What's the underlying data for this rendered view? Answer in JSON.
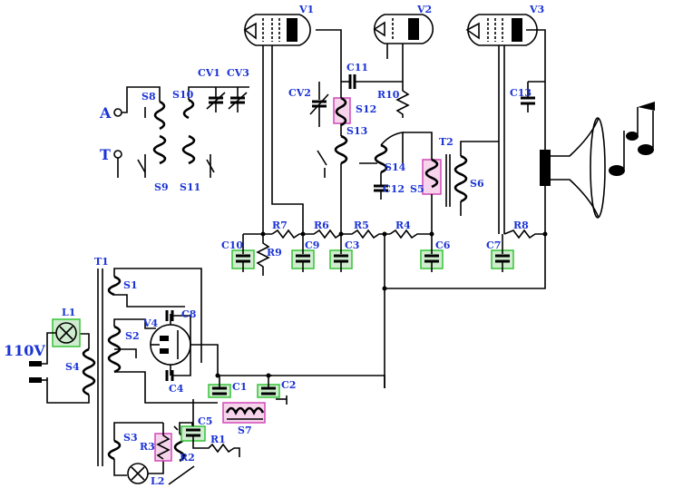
{
  "labels": {
    "V1": "V1",
    "V2": "V2",
    "V3": "V3",
    "V4": "V4",
    "A": "A",
    "T": "T",
    "CV1": "CV1",
    "CV2": "CV2",
    "CV3": "CV3",
    "S1": "S1",
    "S2": "S2",
    "S3": "S3",
    "S4": "S4",
    "S5": "S5",
    "S6": "S6",
    "S7": "S7",
    "S8": "S8",
    "S9": "S9",
    "S10": "S10",
    "S11": "S11",
    "S12": "S12",
    "S13": "S13",
    "S14": "S14",
    "C1": "C1",
    "C2": "C2",
    "C3": "C3",
    "C4": "C4",
    "C5": "C5",
    "C6": "C6",
    "C7": "C7",
    "C8": "C8",
    "C9": "C9",
    "C10": "C10",
    "C11": "C11",
    "C12": "C12",
    "C13": "C13",
    "R1": "R1",
    "R2": "R2",
    "R3": "R3",
    "R4": "R4",
    "R5": "R5",
    "R6": "R6",
    "R7": "R7",
    "R8": "R8",
    "R9": "R9",
    "R10": "R10",
    "T1": "T1",
    "T2": "T2",
    "L1": "L1",
    "L2": "L2",
    "mains": "110V"
  },
  "colors": {
    "label": "#1a33d6",
    "highlight_green": "#35c435",
    "highlight_pink": "#d048b8",
    "wire": "#000000"
  },
  "icons": [
    "tube-icon",
    "speaker-icon",
    "music-notes-icon",
    "lamp-icon",
    "switch-icon"
  ]
}
